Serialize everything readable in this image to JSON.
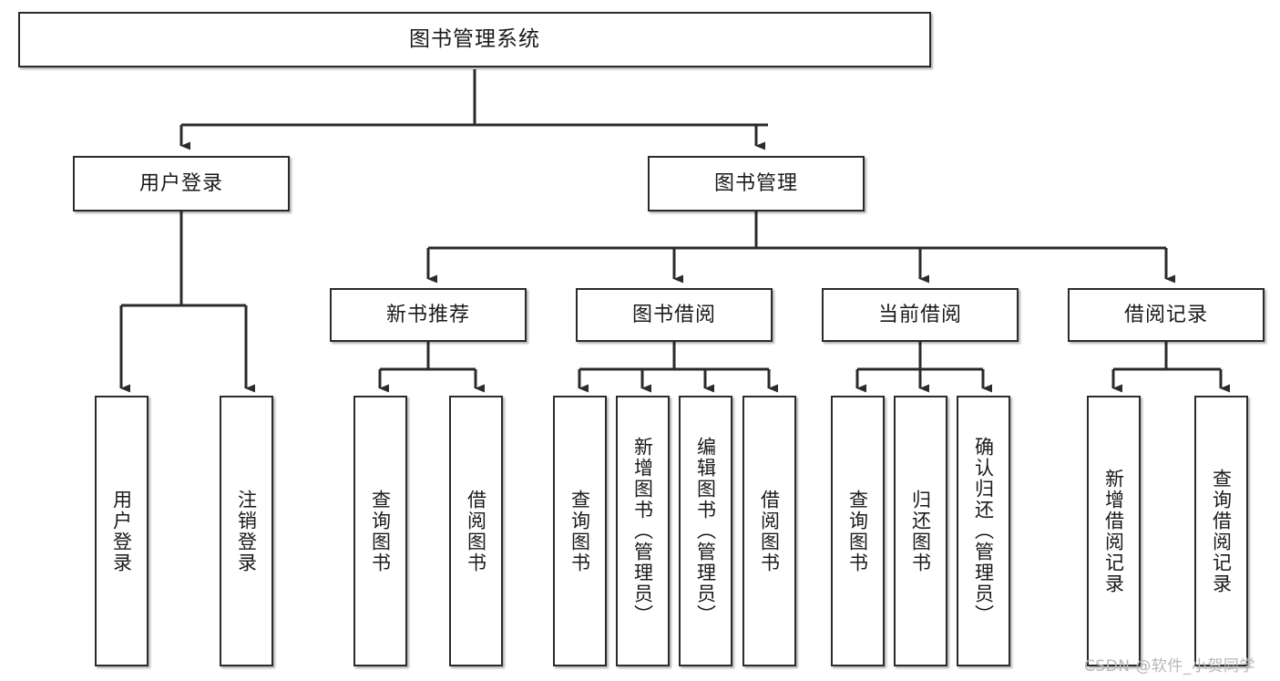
{
  "diagram": {
    "type": "tree-hierarchy",
    "title": "图书管理系统",
    "watermark": "CSDN @软件_小贺同学",
    "colors": {
      "box_border": "#2b2b2b",
      "box_fill": "#ffffff",
      "edge": "#2b2b2b",
      "text": "#1a1a1a",
      "watermark": "#b7b7b7",
      "background": "#ffffff"
    },
    "nodes": {
      "root": {
        "label": "图书管理系统"
      },
      "level2": [
        {
          "label": "用户登录"
        },
        {
          "label": "图书管理"
        }
      ],
      "level3": [
        {
          "label": "新书推荐"
        },
        {
          "label": "图书借阅"
        },
        {
          "label": "当前借阅"
        },
        {
          "label": "借阅记录"
        }
      ],
      "leaves": {
        "user_login": [
          {
            "label": "用户登录"
          },
          {
            "label": "注销登录"
          }
        ],
        "new_book": [
          {
            "label": "查询图书"
          },
          {
            "label": "借阅图书"
          }
        ],
        "book_borrow": [
          {
            "label": "查询图书"
          },
          {
            "label": "新增图书（管理员）"
          },
          {
            "label": "编辑图书（管理员）"
          },
          {
            "label": "借阅图书"
          }
        ],
        "current_borrow": [
          {
            "label": "查询图书"
          },
          {
            "label": "归还图书"
          },
          {
            "label": "确认归还（管理员）"
          }
        ],
        "borrow_record": [
          {
            "label": "新增借阅记录"
          },
          {
            "label": "查询借阅记录"
          }
        ]
      }
    }
  }
}
